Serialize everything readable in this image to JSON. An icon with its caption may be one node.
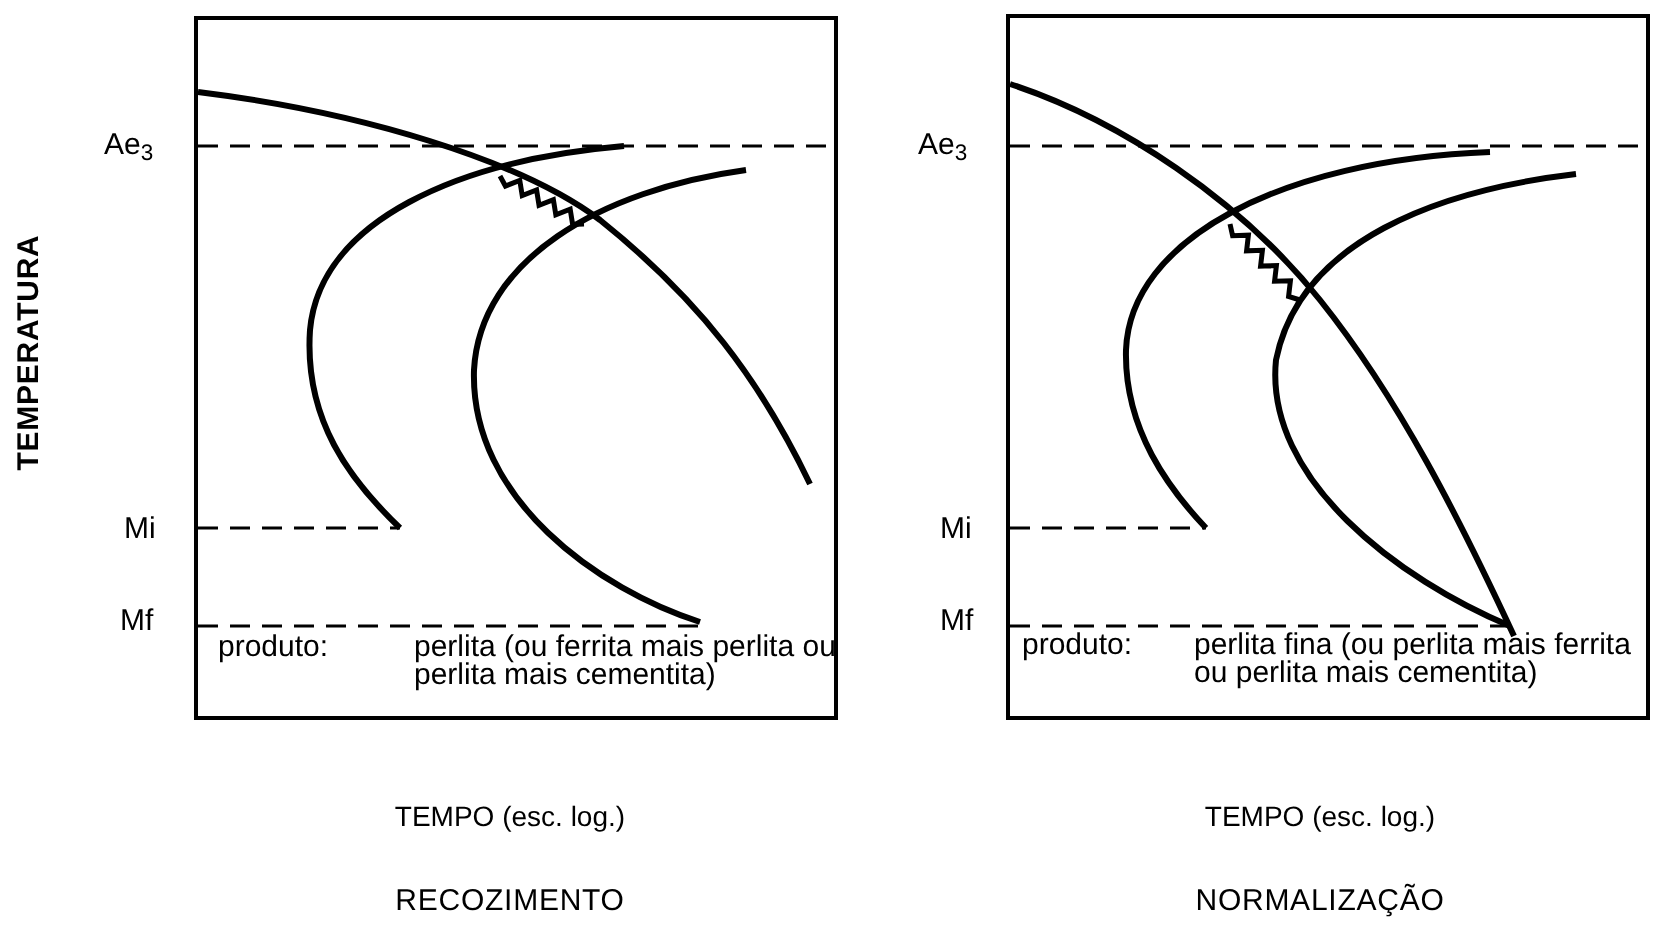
{
  "diagram": {
    "nodes": [
      {
        "text": [
          "produto:",
          "perlita (ou ferrita mais perlita ou perlita mais cementita)"
        ]
      },
      {
        "text": [
          "produto:",
          "perlita fina (ou perlita mais ferrita ou perlita mais cementita)"
        ]
      }
    ],
    "labels": [
      "TEMPERATURA",
      "Ae$_{3}$",
      "Mi",
      "Mf",
      "TEMPO (esc. log.)",
      "RECOZIMENTO",
      "Ae$_{3}$",
      "Mi",
      "Mf",
      "TEMPO (esc. log.)",
      "NORMALIZAÇÃO"
    ]
  }
}
